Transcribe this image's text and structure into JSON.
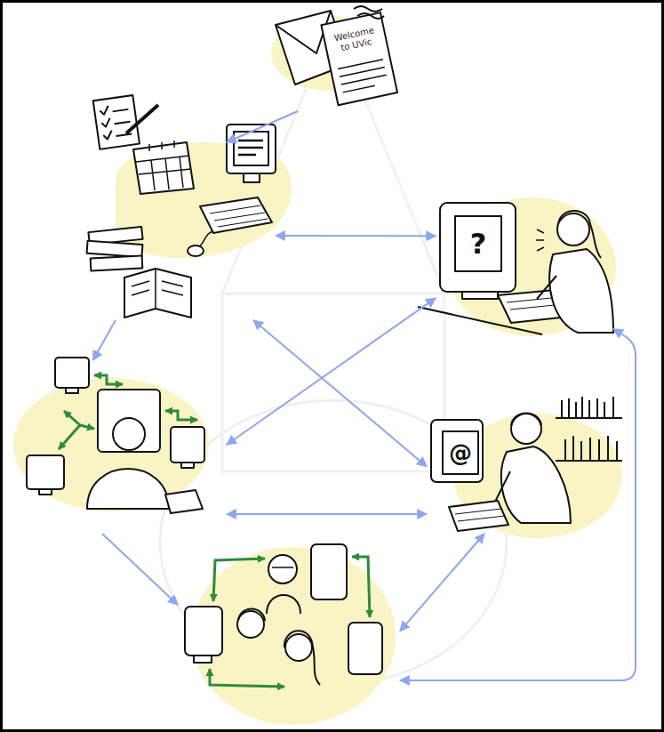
{
  "diagram": {
    "nodes": [
      {
        "text": [
          "Welcome to UVic"
        ]
      },
      {
        "text": []
      },
      {
        "text": [
          "?"
        ]
      },
      {
        "text": []
      },
      {
        "text": [
          "@"
        ]
      },
      {
        "text": []
      }
    ],
    "edges": [
      {
        "from": 0,
        "to": 1,
        "arrow": "to"
      },
      {
        "from": 1,
        "to": 2,
        "arrow": "both"
      },
      {
        "from": 1,
        "to": 3,
        "arrow": "to"
      },
      {
        "from": 1,
        "to": 4,
        "arrow": "both"
      },
      {
        "from": 2,
        "to": 3,
        "arrow": "both"
      },
      {
        "from": 3,
        "to": 4,
        "arrow": "both"
      },
      {
        "from": 3,
        "to": 5,
        "arrow": "to"
      },
      {
        "from": 4,
        "to": 5,
        "arrow": "both"
      },
      {
        "from": 5,
        "to": 2,
        "arrow": "both"
      }
    ]
  }
}
